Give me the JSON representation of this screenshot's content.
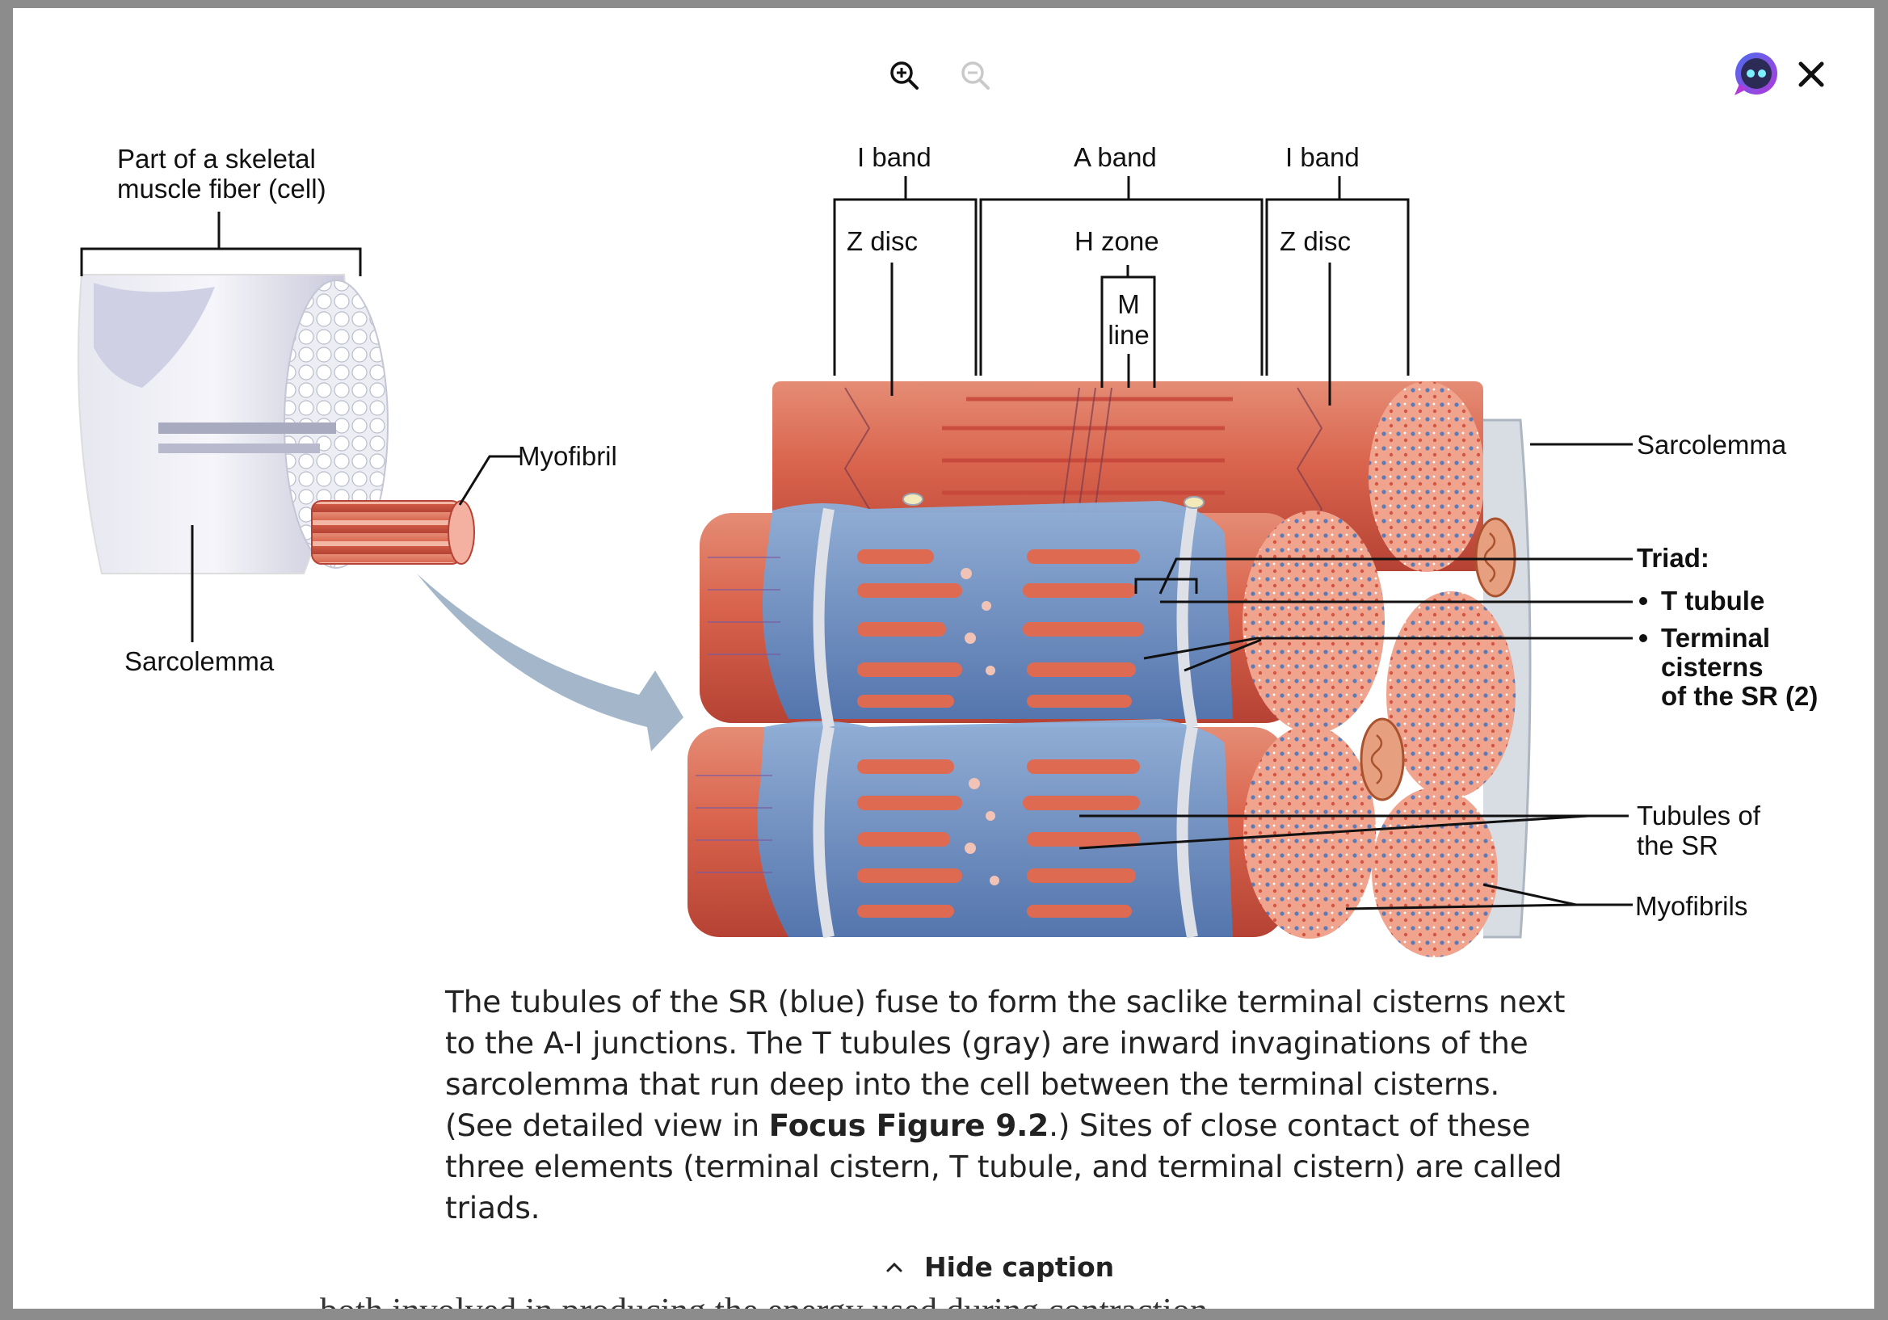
{
  "toolbar": {
    "zoom_in": "zoom-in",
    "zoom_out": "zoom-out",
    "close": "close"
  },
  "labels": {
    "fiber_title": "Part of a skeletal\nmuscle fiber (cell)",
    "myofibril": "Myofibril",
    "sarcolemma_left": "Sarcolemma",
    "i_band_left": "I band",
    "a_band": "A band",
    "i_band_right": "I band",
    "z_disc_left": "Z disc",
    "h_zone": "H zone",
    "m_line": "M\nline",
    "z_disc_right": "Z disc",
    "sarcolemma_right": "Sarcolemma",
    "triad": "Triad:",
    "t_tubule": "T tubule",
    "terminal_cisterns": "Terminal\ncisterns\nof the SR (2)",
    "tubules_sr": "Tubules of\nthe SR",
    "myofibrils": "Myofibrils"
  },
  "caption": {
    "part1": "The tubules of the SR (blue) fuse to form the saclike terminal cisterns next to the A-I junctions. The T tubules (gray) are inward invaginations of the sarcolemma that run deep into the cell between the terminal cisterns. (See detailed view in ",
    "bold": "Focus Figure 9.2",
    "part2": ".) Sites of close contact of these three elements (terminal cistern, T tubule, and terminal cistern) are called triads."
  },
  "hide_caption_label": "Hide caption",
  "background_text": "both involved in producing the energy used during contraction.",
  "colors": {
    "overlay": "#8c8c8c",
    "muscle_red": "#d96a55",
    "sr_blue": "#6f96c8",
    "t_tubule_gray": "#d9dde2",
    "assistant_purple": "#7b3fe4"
  }
}
